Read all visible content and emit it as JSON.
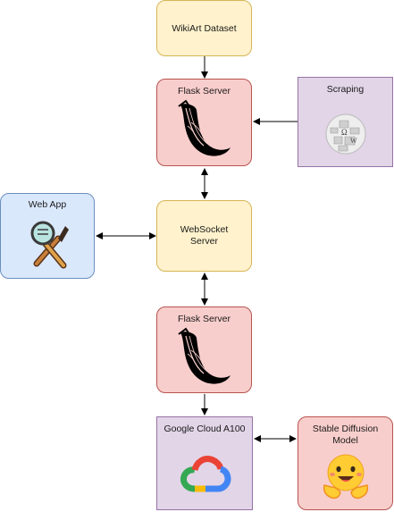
{
  "nodes": {
    "wikiart": "WikiArt Dataset",
    "flask_top": "Flask Server",
    "scraping": "Scraping",
    "webapp": "Web App",
    "websocket": "WebSocket Server",
    "flask_bottom": "Flask Server",
    "google_cloud": "Google Cloud A100",
    "stable_diffusion": "Stable Diffusion Model"
  },
  "icons": {
    "flask_top": "flask-logo-icon",
    "scraping": "wikipedia-globe-icon",
    "webapp": "paintbrush-magnifier-icon",
    "flask_bottom": "flask-logo-icon",
    "google_cloud": "google-cloud-logo-icon",
    "stable_diffusion": "hugging-face-icon"
  },
  "colors": {
    "yellow_fill": "#fff2cc",
    "red_fill": "#f8cecc",
    "purple_fill": "#e1d5e7",
    "blue_fill": "#dae8fc"
  }
}
